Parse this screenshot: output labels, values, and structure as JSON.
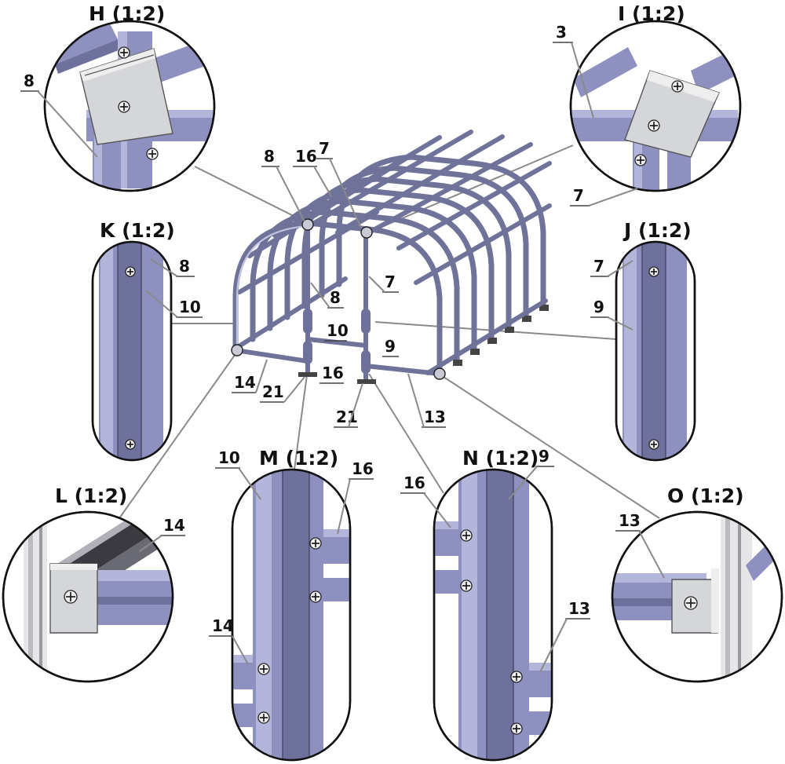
{
  "details": {
    "H": {
      "title": "H (1:2)",
      "parts": [
        "8"
      ]
    },
    "I": {
      "title": "I (1:2)",
      "parts": [
        "3",
        "7"
      ]
    },
    "K": {
      "title": "K (1:2)",
      "parts": [
        "8",
        "10"
      ]
    },
    "J": {
      "title": "J (1:2)",
      "parts": [
        "7",
        "9"
      ]
    },
    "L": {
      "title": "L (1:2)",
      "parts": [
        "14"
      ]
    },
    "M": {
      "title": "M (1:2)",
      "parts": [
        "10",
        "16",
        "14"
      ]
    },
    "N": {
      "title": "N (1:2)",
      "parts": [
        "16",
        "9",
        "13"
      ]
    },
    "O": {
      "title": "O (1:2)",
      "parts": [
        "13"
      ]
    }
  },
  "main_labels": [
    "8",
    "16",
    "7",
    "7",
    "8",
    "10",
    "9",
    "16",
    "14",
    "21",
    "21",
    "13"
  ],
  "colors": {
    "pipe": "#8e91bf",
    "pipe_dark": "#6e719c",
    "plate": "#d5d6da",
    "outline": "#111111"
  }
}
